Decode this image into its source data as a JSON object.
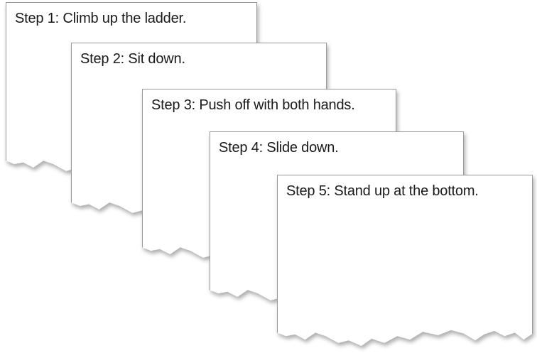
{
  "cards": [
    {
      "label": "Step 1: Climb up the ladder."
    },
    {
      "label": "Step 2: Sit down."
    },
    {
      "label": "Step 3: Push off with both hands."
    },
    {
      "label": "Step 4: Slide down."
    },
    {
      "label": "Step 5: Stand up at the bottom."
    }
  ],
  "colors": {
    "page_background": "#ffffff",
    "card_background": "#ffffff",
    "card_border": "#9a9a9a",
    "text": "#1a1a1a",
    "shadow": "rgba(0,0,0,0.32)"
  }
}
